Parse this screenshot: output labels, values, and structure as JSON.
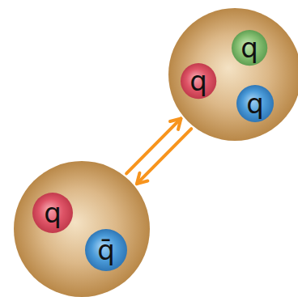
{
  "diagram": {
    "nodes": [
      {},
      {
        "text": [
          "q"
        ],
        "in": 0
      },
      {
        "text": [
          "q"
        ],
        "in": 0
      },
      {
        "text": [
          "q"
        ],
        "in": 0
      },
      {},
      {
        "text": [
          "q"
        ],
        "in": 4
      },
      {
        "text": [
          "q̄"
        ],
        "in": 4
      }
    ],
    "edges": [
      {
        "from": 4,
        "to": 0,
        "arrow": "to"
      },
      {
        "from": 0,
        "to": 4,
        "arrow": "to"
      }
    ]
  }
}
